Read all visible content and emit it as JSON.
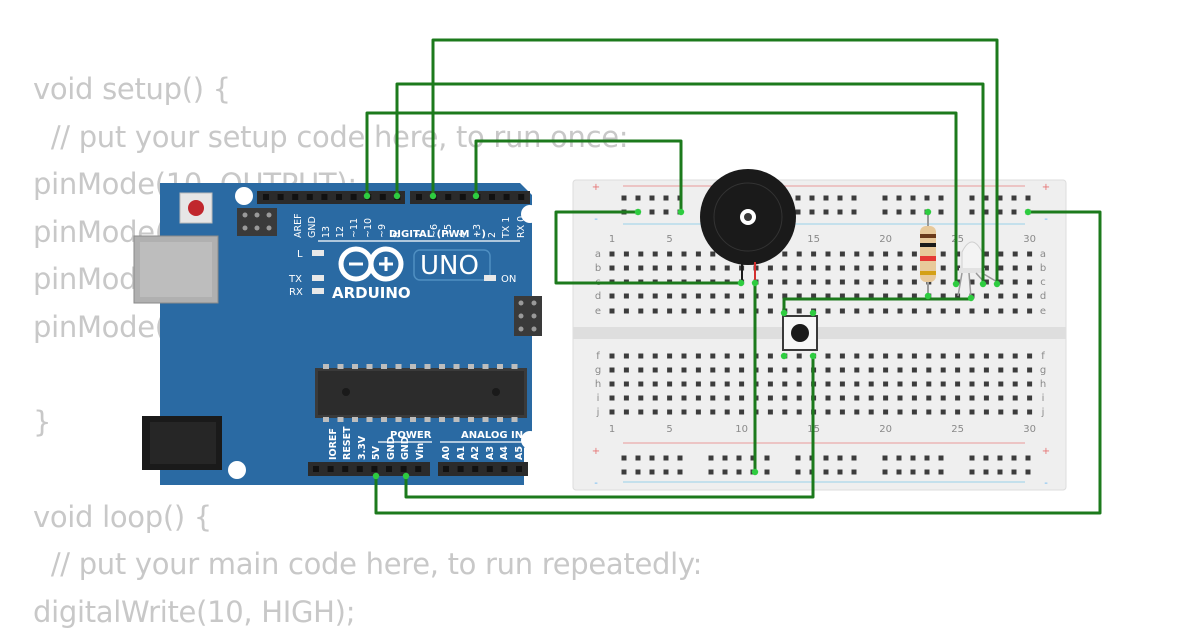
{
  "code_lines": [
    "void setup() {",
    "  // put your setup code here, to run once:",
    "pinMode(10, OUTPUT);",
    "pinMode(",
    "pinMode(",
    "pinMode(",
    "",
    "}",
    "",
    "void loop() {",
    "  // put your main code here, to run repeatedly:",
    "digitalWrite(10, HIGH);"
  ],
  "arduino": {
    "brand": "ARDUINO",
    "model": "UNO",
    "digital_label": "DIGITAL (PWM ~)",
    "on_label": "ON",
    "led_l": "L",
    "led_tx": "TX",
    "led_rx": "RX",
    "power_label": "POWER",
    "analog_label": "ANALOG IN",
    "top_pins": [
      "AREF",
      "GND",
      "13",
      "12",
      "~11",
      "~10",
      "~9",
      "8",
      "7",
      "~6",
      "~5",
      "4",
      "~3",
      "2",
      "TX 1",
      "RX 0"
    ],
    "bottom_pins": [
      "IOREF",
      "RESET",
      "3.3V",
      "5V",
      "GND",
      "GND",
      "Vin",
      "A0",
      "A1",
      "A2",
      "A3",
      "A4",
      "A5"
    ]
  },
  "breadboard": {
    "column_numbers": [
      "1",
      "5",
      "10",
      "15",
      "20",
      "25",
      "30"
    ],
    "rows_top": [
      "a",
      "b",
      "c",
      "d",
      "e"
    ],
    "rows_bottom": [
      "f",
      "g",
      "h",
      "i",
      "j"
    ],
    "plus": "+",
    "minus": "-"
  },
  "colors": {
    "board": "#2a6aa3",
    "wire": "#1c7a1c",
    "code_text": "#c8c8c8",
    "breadboard": "#efefef"
  }
}
